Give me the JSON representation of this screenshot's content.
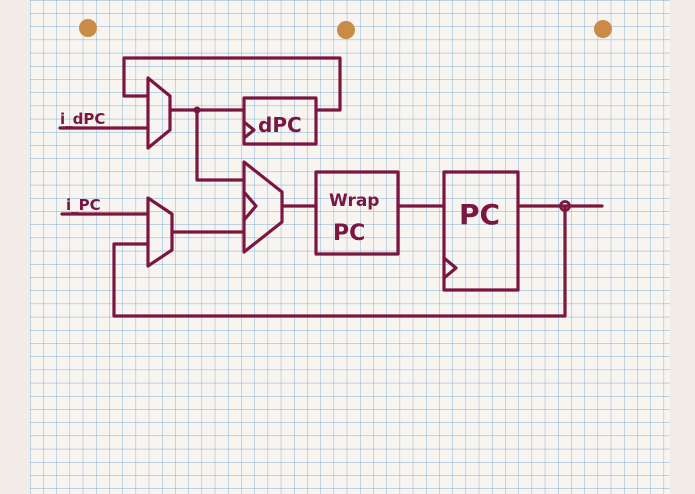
{
  "diagram": {
    "inputs": {
      "dpc": "i_dPC",
      "pc": "i_PC"
    },
    "blocks": {
      "dpc_register": "dPC",
      "wrap_line1": "Wrap",
      "wrap_line2": "PC",
      "pc_register": "PC"
    }
  },
  "colors": {
    "ink": "#7a1640",
    "grid": "#3f8fc8",
    "paper": "#f3ede6",
    "hole": "#c98b45"
  }
}
